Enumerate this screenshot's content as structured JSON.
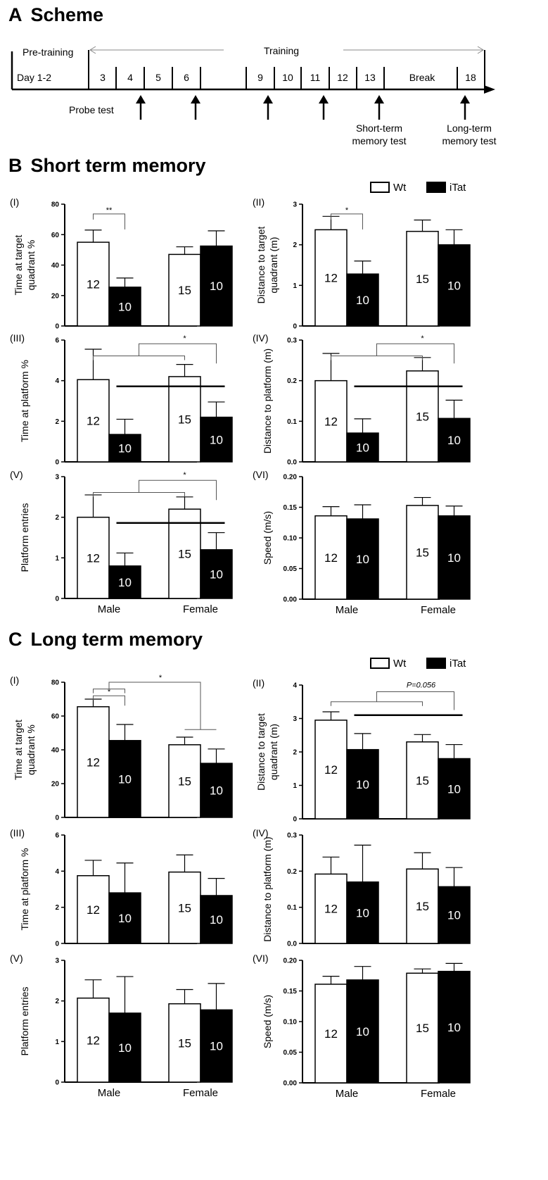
{
  "sections": {
    "a": {
      "letter": "A",
      "title": "Scheme"
    },
    "b": {
      "letter": "B",
      "title": "Short term memory"
    },
    "c": {
      "letter": "C",
      "title": "Long term memory"
    }
  },
  "scheme": {
    "pretraining": "Pre-training",
    "training": "Training",
    "day_first": "Day 1-2",
    "days": [
      "3",
      "4",
      "5",
      "6",
      "9",
      "10",
      "11",
      "12",
      "13",
      "Break",
      "18"
    ],
    "probe": "Probe test",
    "short_term": [
      "Short-term",
      "memory test"
    ],
    "long_term": [
      "Long-term",
      "memory test"
    ]
  },
  "legend": {
    "wt": "Wt",
    "itat": "iTat"
  },
  "chart_data": [
    {
      "id": "b1",
      "type": "bar",
      "roman": "(I)",
      "ylabel": [
        "Time at target",
        "quadrant %"
      ],
      "ylim": [
        0,
        80
      ],
      "ticks": [
        "0",
        "20",
        "40",
        "60",
        "80"
      ],
      "categories": [
        "Male",
        "Female"
      ],
      "show_xlabels": false,
      "series": [
        {
          "name": "Wt",
          "values": [
            55,
            47
          ],
          "err": [
            8,
            5
          ],
          "n": [
            "12",
            "15"
          ]
        },
        {
          "name": "iTat",
          "values": [
            25.5,
            52.5
          ],
          "err": [
            6,
            10
          ],
          "n": [
            "10",
            "10"
          ]
        }
      ],
      "annotations": [
        "**"
      ]
    },
    {
      "id": "b2",
      "type": "bar",
      "roman": "(II)",
      "ylabel": [
        "Distance to target",
        "quadrant (m)"
      ],
      "ylim": [
        0,
        3
      ],
      "ticks": [
        "0",
        "1",
        "2",
        "3"
      ],
      "categories": [
        "Male",
        "Female"
      ],
      "show_xlabels": false,
      "series": [
        {
          "name": "Wt",
          "values": [
            2.37,
            2.33
          ],
          "err": [
            0.33,
            0.28
          ],
          "n": [
            "12",
            "15"
          ]
        },
        {
          "name": "iTat",
          "values": [
            1.28,
            2.0
          ],
          "err": [
            0.32,
            0.37
          ],
          "n": [
            "10",
            "10"
          ]
        }
      ],
      "annotations": [
        "*"
      ]
    },
    {
      "id": "b3",
      "type": "bar",
      "roman": "(III)",
      "ylabel": [
        "Time at platform %"
      ],
      "ylim": [
        0,
        6
      ],
      "ticks": [
        "0",
        "2",
        "4",
        "6"
      ],
      "categories": [
        "Male",
        "Female"
      ],
      "show_xlabels": false,
      "series": [
        {
          "name": "Wt",
          "values": [
            4.05,
            4.2
          ],
          "err": [
            1.5,
            0.6
          ],
          "n": [
            "12",
            "15"
          ]
        },
        {
          "name": "iTat",
          "values": [
            1.35,
            2.2
          ],
          "err": [
            0.75,
            0.75
          ],
          "n": [
            "10",
            "10"
          ]
        }
      ],
      "annotations": [
        "*"
      ]
    },
    {
      "id": "b4",
      "type": "bar",
      "roman": "(IV)",
      "ylabel": [
        "Distance to platform (m)"
      ],
      "ylim": [
        0,
        0.3
      ],
      "ticks": [
        "0.0",
        "0.1",
        "0.2",
        "0.3"
      ],
      "categories": [
        "Male",
        "Female"
      ],
      "show_xlabels": false,
      "series": [
        {
          "name": "Wt",
          "values": [
            0.2,
            0.224
          ],
          "err": [
            0.067,
            0.033
          ],
          "n": [
            "12",
            "15"
          ]
        },
        {
          "name": "iTat",
          "values": [
            0.071,
            0.107
          ],
          "err": [
            0.035,
            0.045
          ],
          "n": [
            "10",
            "10"
          ]
        }
      ],
      "annotations": [
        "*"
      ]
    },
    {
      "id": "b5",
      "type": "bar",
      "roman": "(V)",
      "ylabel": [
        "Platform entries"
      ],
      "ylim": [
        0,
        3
      ],
      "ticks": [
        "0",
        "1",
        "2",
        "3"
      ],
      "categories": [
        "Male",
        "Female"
      ],
      "show_xlabels": true,
      "series": [
        {
          "name": "Wt",
          "values": [
            2.0,
            2.2
          ],
          "err": [
            0.55,
            0.3
          ],
          "n": [
            "12",
            "15"
          ]
        },
        {
          "name": "iTat",
          "values": [
            0.8,
            1.2
          ],
          "err": [
            0.32,
            0.42
          ],
          "n": [
            "10",
            "10"
          ]
        }
      ],
      "annotations": [
        "*"
      ]
    },
    {
      "id": "b6",
      "type": "bar",
      "roman": "(VI)",
      "ylabel": [
        "Speed (m/s)"
      ],
      "ylim": [
        0,
        0.2
      ],
      "ticks": [
        "0.00",
        "0.05",
        "0.10",
        "0.15",
        "0.20"
      ],
      "categories": [
        "Male",
        "Female"
      ],
      "show_xlabels": true,
      "series": [
        {
          "name": "Wt",
          "values": [
            0.136,
            0.153
          ],
          "err": [
            0.015,
            0.013
          ],
          "n": [
            "12",
            "15"
          ]
        },
        {
          "name": "iTat",
          "values": [
            0.131,
            0.136
          ],
          "err": [
            0.023,
            0.016
          ],
          "n": [
            "10",
            "10"
          ]
        }
      ],
      "annotations": []
    },
    {
      "id": "c1",
      "type": "bar",
      "roman": "(I)",
      "ylabel": [
        "Time at target",
        "quadrant %"
      ],
      "ylim": [
        0,
        80
      ],
      "ticks": [
        "0",
        "20",
        "40",
        "60",
        "80"
      ],
      "categories": [
        "Male",
        "Female"
      ],
      "show_xlabels": false,
      "series": [
        {
          "name": "Wt",
          "values": [
            65.5,
            43
          ],
          "err": [
            4.5,
            4.5
          ],
          "n": [
            "12",
            "15"
          ]
        },
        {
          "name": "iTat",
          "values": [
            45.5,
            32
          ],
          "err": [
            9.5,
            8.5
          ],
          "n": [
            "10",
            "10"
          ]
        }
      ],
      "annotations": [
        "*",
        "*"
      ]
    },
    {
      "id": "c2",
      "type": "bar",
      "roman": "(II)",
      "ylabel": [
        "Distance to target",
        "quadrant (m)"
      ],
      "ylim": [
        0,
        4
      ],
      "ticks": [
        "0",
        "1",
        "2",
        "3",
        "4"
      ],
      "categories": [
        "Male",
        "Female"
      ],
      "show_xlabels": false,
      "series": [
        {
          "name": "Wt",
          "values": [
            2.95,
            2.3
          ],
          "err": [
            0.25,
            0.22
          ],
          "n": [
            "12",
            "15"
          ]
        },
        {
          "name": "iTat",
          "values": [
            2.07,
            1.8
          ],
          "err": [
            0.48,
            0.42
          ],
          "n": [
            "10",
            "10"
          ]
        }
      ],
      "annotations": [
        "P=0.056"
      ]
    },
    {
      "id": "c3",
      "type": "bar",
      "roman": "(III)",
      "ylabel": [
        "Time at platform %"
      ],
      "ylim": [
        0,
        6
      ],
      "ticks": [
        "0",
        "2",
        "4",
        "6"
      ],
      "categories": [
        "Male",
        "Female"
      ],
      "show_xlabels": false,
      "series": [
        {
          "name": "Wt",
          "values": [
            3.75,
            3.95
          ],
          "err": [
            0.85,
            0.95
          ],
          "n": [
            "12",
            "15"
          ]
        },
        {
          "name": "iTat",
          "values": [
            2.8,
            2.65
          ],
          "err": [
            1.65,
            0.95
          ],
          "n": [
            "10",
            "10"
          ]
        }
      ],
      "annotations": []
    },
    {
      "id": "c4",
      "type": "bar",
      "roman": "(IV)",
      "ylabel": [
        "Distance to platform (m)"
      ],
      "ylim": [
        0,
        0.3
      ],
      "ticks": [
        "0.0",
        "0.1",
        "0.2",
        "0.3"
      ],
      "categories": [
        "Male",
        "Female"
      ],
      "show_xlabels": false,
      "series": [
        {
          "name": "Wt",
          "values": [
            0.192,
            0.206
          ],
          "err": [
            0.047,
            0.045
          ],
          "n": [
            "12",
            "15"
          ]
        },
        {
          "name": "iTat",
          "values": [
            0.17,
            0.157
          ],
          "err": [
            0.102,
            0.053
          ],
          "n": [
            "10",
            "10"
          ]
        }
      ],
      "annotations": []
    },
    {
      "id": "c5",
      "type": "bar",
      "roman": "(V)",
      "ylabel": [
        "Platform entries"
      ],
      "ylim": [
        0,
        3
      ],
      "ticks": [
        "0",
        "1",
        "2",
        "3"
      ],
      "categories": [
        "Male",
        "Female"
      ],
      "show_xlabels": true,
      "series": [
        {
          "name": "Wt",
          "values": [
            2.07,
            1.93
          ],
          "err": [
            0.45,
            0.35
          ],
          "n": [
            "12",
            "15"
          ]
        },
        {
          "name": "iTat",
          "values": [
            1.7,
            1.78
          ],
          "err": [
            0.9,
            0.65
          ],
          "n": [
            "10",
            "10"
          ]
        }
      ],
      "annotations": []
    },
    {
      "id": "c6",
      "type": "bar",
      "roman": "(VI)",
      "ylabel": [
        "Speed (m/s)"
      ],
      "ylim": [
        0,
        0.2
      ],
      "ticks": [
        "0.00",
        "0.05",
        "0.10",
        "0.15",
        "0.20"
      ],
      "categories": [
        "Male",
        "Female"
      ],
      "show_xlabels": true,
      "series": [
        {
          "name": "Wt",
          "values": [
            0.161,
            0.179
          ],
          "err": [
            0.013,
            0.007
          ],
          "n": [
            "12",
            "15"
          ]
        },
        {
          "name": "iTat",
          "values": [
            0.168,
            0.182
          ],
          "err": [
            0.022,
            0.013
          ],
          "n": [
            "10",
            "10"
          ]
        }
      ],
      "annotations": []
    }
  ]
}
